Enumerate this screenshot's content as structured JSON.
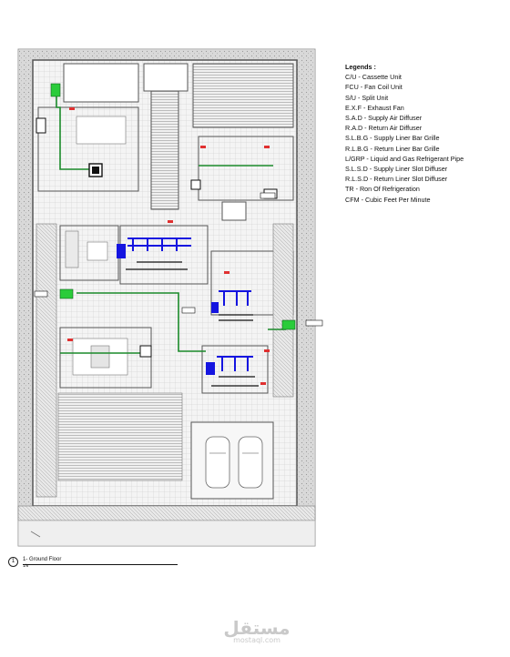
{
  "legend": {
    "title": "Legends :",
    "items": [
      "C/U - Cassette Unit",
      "FCU - Fan Coil Unit",
      "S/U - Split Unit",
      "E.X.F - Exhaust Fan",
      "S.A.D - Supply Air Diffuser",
      "R.A.D - Return Air Diffuser",
      "S.L.B.G - Supply Liner Bar Grille",
      "R.L.B.G - Return Liner Bar Grille",
      "L/GRP - Liquid and Gas Refrigerant Pipe",
      "S.L.S.D - Supply Liner Slot Diffuser",
      "R.L.S.D - Return Liner Slot Diffuser",
      "TR - Ron Of Refrigeration",
      "CFM - Cubic Feet Per Minute"
    ]
  },
  "caption": {
    "number": "1",
    "title": "1- Ground Floor",
    "scale": "1/8"
  },
  "watermark": {
    "brand": "مستقل",
    "site": "mostaql.com"
  },
  "colors": {
    "supply_duct": "#1414e0",
    "refrigerant_pipe": "#1a8a2a",
    "wall": "#6a6a6a",
    "hatch": "#9a9a9a",
    "annotation": "#e03030"
  }
}
